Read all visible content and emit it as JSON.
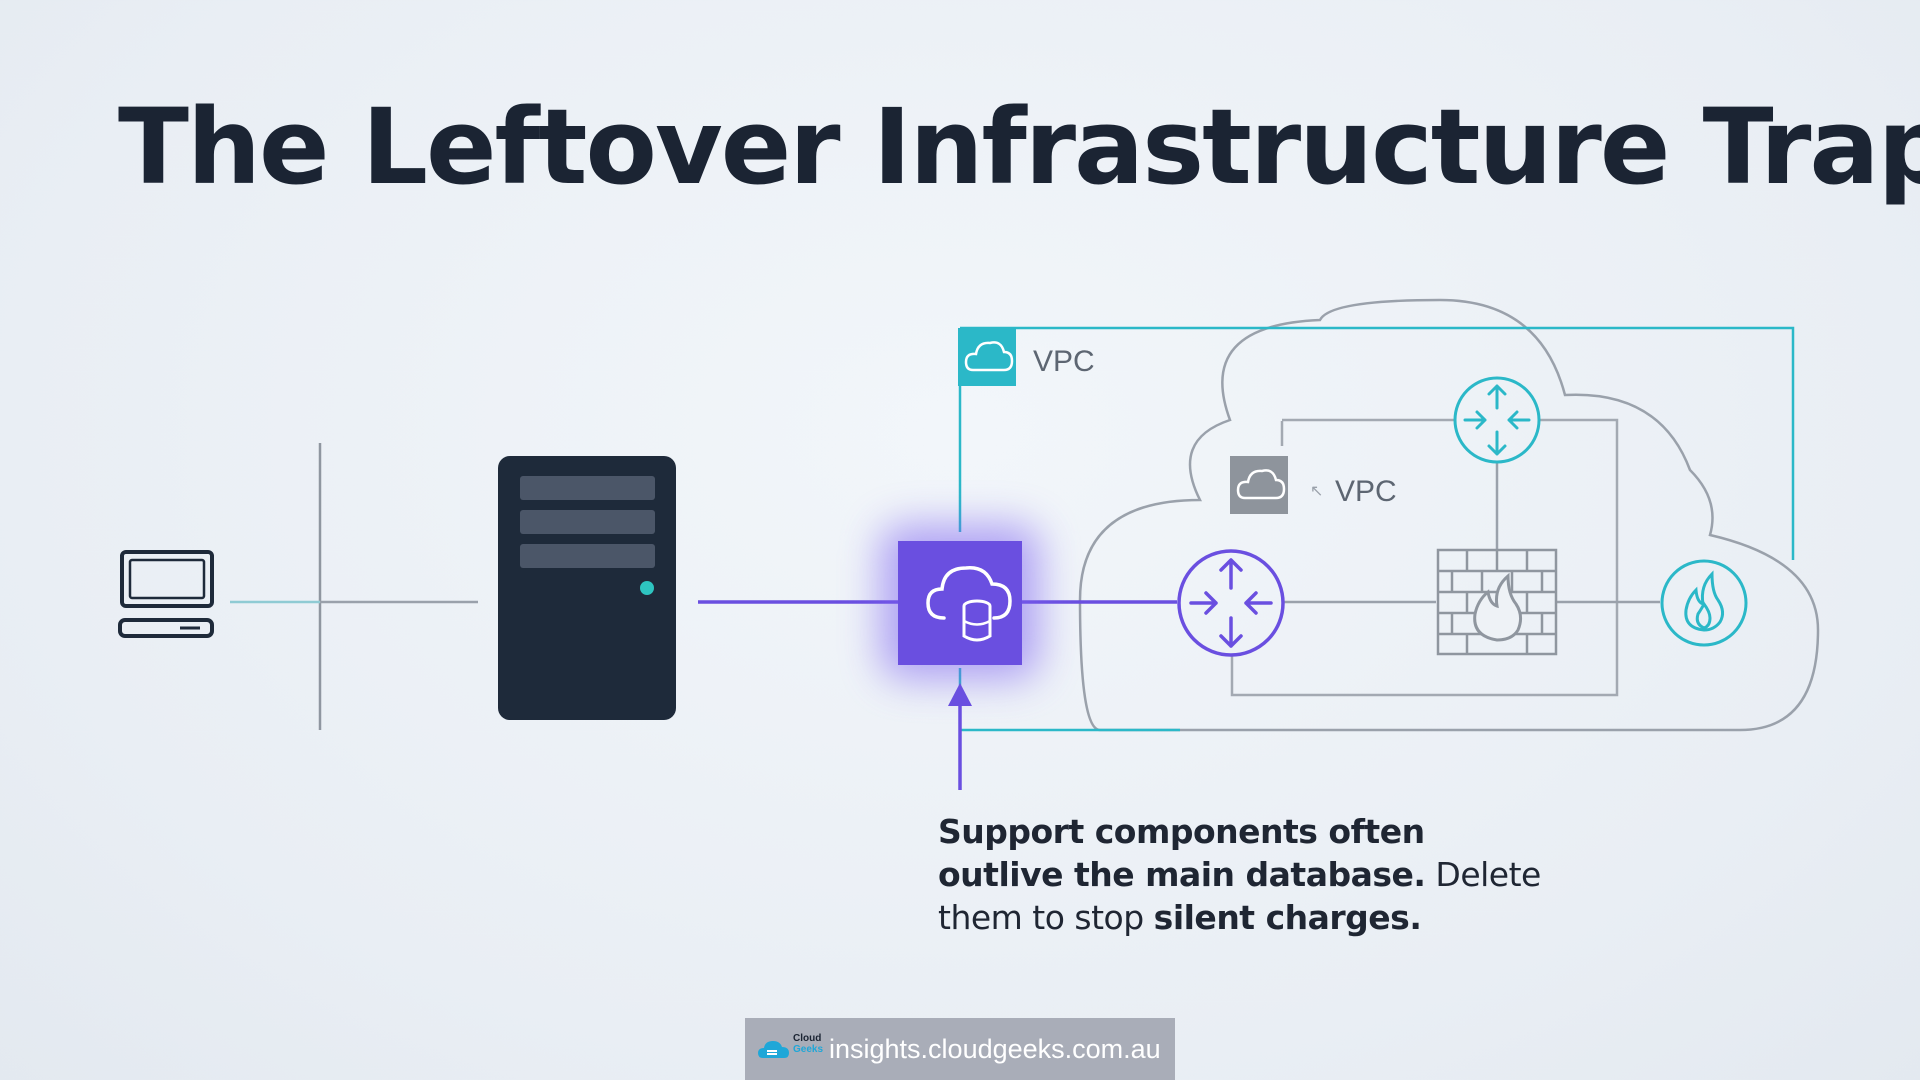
{
  "title": "The Leftover Infrastructure Trap",
  "vpc_outer_label": "VPC",
  "vpc_inner_label": "VPC",
  "caption": {
    "line1": "Support components often",
    "line2_bold": "outlive the main database.",
    "line2_rest": " Delete",
    "line3_start": "them to stop ",
    "line3_bold": "silent charges."
  },
  "footer": {
    "brand_line1": "Cloud",
    "brand_line2": "Geeks",
    "url": "insights.cloudgeeks.com.au"
  },
  "icons": {
    "laptop": "laptop-icon",
    "server": "server-icon",
    "cloud_database": "cloud-database-icon",
    "router": "router-icon",
    "firewall": "firewall-icon",
    "fire": "fire-icon",
    "cloud": "cloud-icon"
  },
  "colors": {
    "title": "#1b2433",
    "purple": "#6a4fe0",
    "teal": "#2bb8c8",
    "gray": "#9aa1ab",
    "server": "#1e2a3a"
  }
}
